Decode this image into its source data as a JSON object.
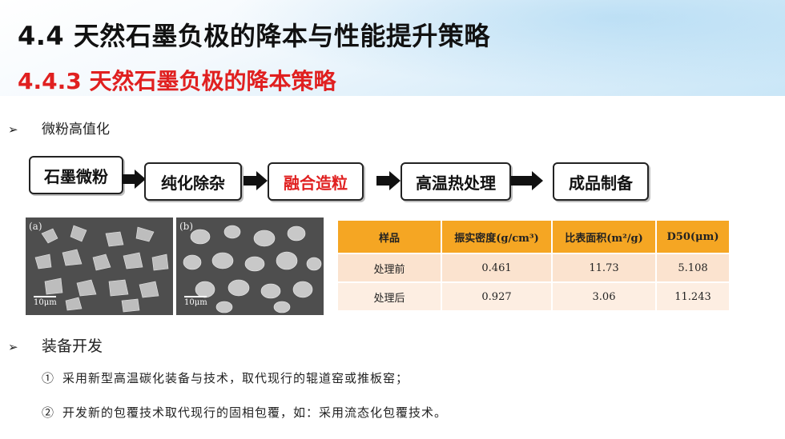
{
  "header": {
    "title": "4.4 天然石墨负极的降本与性能提升策略",
    "subtitle": "4.4.3  天然石墨负极的降本策略"
  },
  "section1": {
    "bullet_mark": "➢",
    "label": "微粉高值化"
  },
  "flow": {
    "steps": [
      "石墨微粉",
      "纯化除杂",
      "融合造粒",
      "高温热处理",
      "成品制备"
    ],
    "highlight_color": "#e02020"
  },
  "micrographs": [
    {
      "label": "(a)",
      "scale": "10μm"
    },
    {
      "label": "(b)",
      "scale": "10μm"
    }
  ],
  "table": {
    "header_color": "#f5a623",
    "headers": [
      "样品",
      "振实密度(g/cm³)",
      "比表面积(m²/g)",
      "D50(μm)"
    ],
    "rows": [
      [
        "处理前",
        "0.461",
        "11.73",
        "5.108"
      ],
      [
        "处理后",
        "0.927",
        "3.06",
        "11.243"
      ]
    ]
  },
  "section2": {
    "bullet_mark": "➢",
    "label": "装备开发",
    "items": [
      "① 采用新型高温碳化装备与技术，取代现行的辊道窑或推板窑；",
      "② 开发新的包覆技术取代现行的固相包覆，如：采用流态化包覆技术。"
    ]
  }
}
